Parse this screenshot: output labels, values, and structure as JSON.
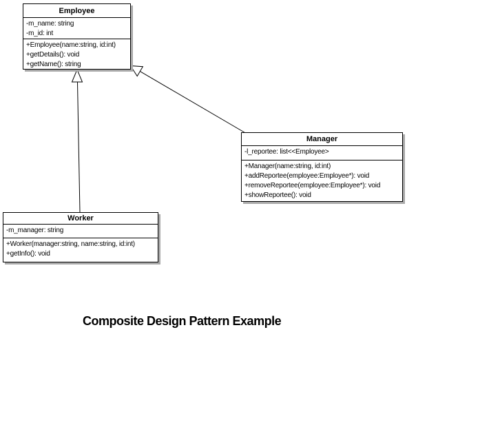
{
  "diagram_title": "Composite Design Pattern Example",
  "classes": [
    {
      "name": "Employee",
      "attributes": [
        "-m_name: string",
        "-m_id: int"
      ],
      "methods": [
        "+Employee(name:string, id:int)",
        "+getDetails(): void",
        "+getName(): string"
      ]
    },
    {
      "name": "Manager",
      "attributes": [
        "-l_reportee: list<<Employee>"
      ],
      "methods": [
        "+Manager(name:string, id:int)",
        "+addReportee(employee:Employee*): void",
        "+removeReportee(employee:Employee*): void",
        "+showReportee(): void"
      ]
    },
    {
      "name": "Worker",
      "attributes": [
        "-m_manager: string"
      ],
      "methods": [
        "+Worker(manager:string, name:string, id:int)",
        "+getInfo(): void"
      ]
    }
  ],
  "relationships": [
    {
      "type": "generalization",
      "from": "Worker",
      "to": "Employee"
    },
    {
      "type": "generalization",
      "from": "Manager",
      "to": "Employee"
    }
  ],
  "colors": {
    "box_fill": "#ffffff",
    "box_border": "#000000",
    "box_shadow": "#a9a9a9",
    "text": "#000000",
    "background": "#ffffff"
  }
}
